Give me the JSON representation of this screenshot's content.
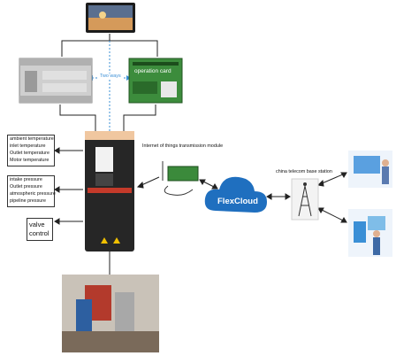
{
  "links": {
    "two_ways": "Two ways"
  },
  "devices": {
    "operation_card": "operation card",
    "iot_module": "Internet of things transmission module",
    "cloud": "FlexCloud",
    "base_station": "china telecom base station"
  },
  "sensor_groups": {
    "temperatures": [
      "ambient temperature",
      "inlet temperature",
      "Outlet temperature",
      "Motor temperature"
    ],
    "pressures": [
      "intake pressure",
      "Outlet pressure",
      "atmospheric pressure",
      "pipeline pressure"
    ],
    "valve": [
      "valve",
      "control"
    ]
  },
  "colors": {
    "cloud_blue": "#1f6fbf",
    "link_blue": "#3a8fd6",
    "line_dark": "#222222",
    "board_green": "#3c8c3c",
    "plc_gray": "#c9c9c9"
  }
}
